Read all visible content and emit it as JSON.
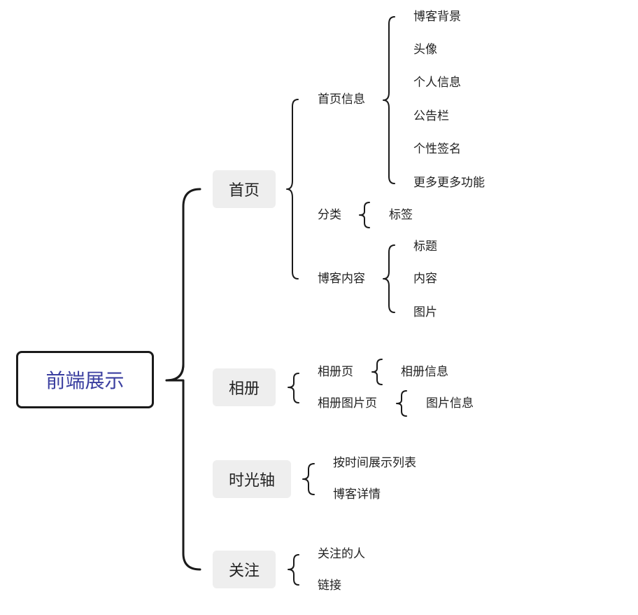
{
  "root": {
    "label": "前端展示"
  },
  "branches": {
    "home": {
      "label": "首页",
      "groups": {
        "info": {
          "label": "首页信息",
          "items": [
            "博客背景",
            "头像",
            "个人信息",
            "公告栏",
            "个性签名",
            "更多更多功能"
          ]
        },
        "category": {
          "label": "分类",
          "items": [
            "标签"
          ]
        },
        "content": {
          "label": "博客内容",
          "items": [
            "标题",
            "内容",
            "图片"
          ]
        }
      }
    },
    "album": {
      "label": "相册",
      "groups": {
        "page": {
          "label": "相册页",
          "items": [
            "相册信息"
          ]
        },
        "photo": {
          "label": "相册图片页",
          "items": [
            "图片信息"
          ]
        }
      }
    },
    "timeline": {
      "label": "时光轴",
      "items": [
        "按时间展示列表",
        "博客详情"
      ]
    },
    "follow": {
      "label": "关注",
      "items": [
        "关注的人",
        "链接"
      ]
    }
  },
  "colors": {
    "line": "#1a1a1a",
    "node_bg": "#eeeeee",
    "root_text": "#3b3fa0"
  }
}
